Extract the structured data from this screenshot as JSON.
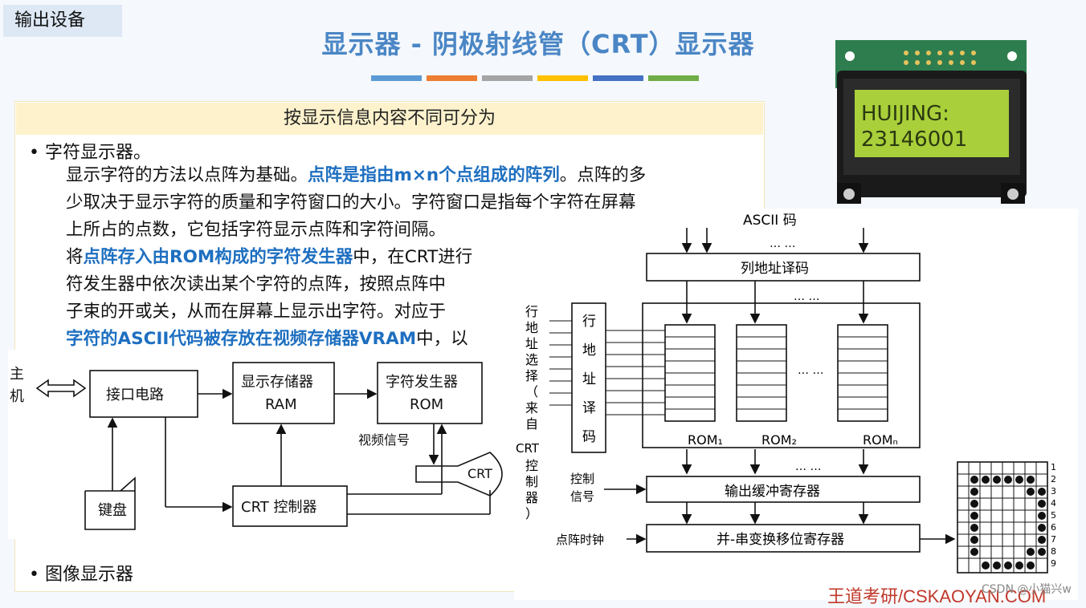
{
  "section_tag": "输出设备",
  "title": "显示器 - 阴极射线管（CRT）显示器",
  "accent_bars": [
    "#5b9bd5",
    "#ed7d31",
    "#a5a5a5",
    "#ffc000",
    "#4472c4",
    "#70ad47"
  ],
  "panel_header": "按显示信息内容不同可分为",
  "bullet1": "• 字符显示器。",
  "para_lines": [
    [
      "显示字符的方法以点阵为基础。",
      "点阵是指由m×n个点组成的阵列",
      "。点阵的多"
    ],
    [
      "少取决于显示字符的质量和字符窗口的大小。字符窗口是指每个字符在屏幕"
    ],
    [
      "上所占的点数，它包括字符显示点阵和字符间隔。"
    ],
    [
      "将",
      "点阵存入由ROM构成的字符发生器",
      "中，在CRT进行"
    ],
    [
      "符发生器中依次读出某个字符的点阵，按照点阵中"
    ],
    [
      "子束的开或关，从而在屏幕上显示出字符。对应于"
    ],
    [
      "",
      "字符的ASCII代码被存放在视频存储器VRAM",
      "中，以"
    ]
  ],
  "bullet2": "• 图像显示器",
  "lcd": {
    "line1": "HUIJING:",
    "line2": "23146001"
  },
  "block_diagram": {
    "host": [
      "主",
      "机"
    ],
    "interface": "接口电路",
    "vram": [
      "显示存储器",
      "RAM"
    ],
    "chargen": [
      "字符发生器",
      "ROM"
    ],
    "video_signal": "视频信号",
    "crt": "CRT",
    "keyboard": "键盘",
    "crt_ctrl": "CRT 控制器"
  },
  "rom_diagram": {
    "ascii": "ASCII 码",
    "col_decoder": "列地址译码",
    "row_select": [
      "行",
      "地",
      "址",
      "选",
      "择",
      "（",
      "来",
      "自",
      "CRT",
      "控",
      "制",
      "器",
      "）"
    ],
    "row_decoder": [
      "行",
      "地",
      "址",
      "译",
      "码"
    ],
    "rom_labels": [
      "ROM₁",
      "ROM₂",
      "ROMₙ"
    ],
    "ctrl_signal": [
      "控制",
      "信号"
    ],
    "out_buffer": "输出缓冲寄存器",
    "dot_clock": "点阵时钟",
    "shift_reg": "并-串变换移位寄存器",
    "dots": "… …",
    "row_numbers": [
      "1",
      "2",
      "3",
      "4",
      "5",
      "6",
      "7",
      "8",
      "9"
    ]
  },
  "footer": "王道考研/CSKAOYAN.COM",
  "csdn": "CSDN @小猫兴w"
}
